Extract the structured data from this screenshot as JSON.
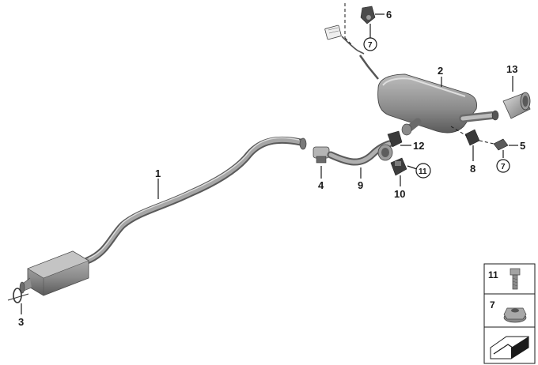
{
  "callouts": {
    "c1": "1",
    "c2": "2",
    "c3": "3",
    "c4": "4",
    "c5": "5",
    "c6": "6",
    "c7a": "7",
    "c7b": "7",
    "c8": "8",
    "c9": "9",
    "c10": "10",
    "c11": "11",
    "c12": "12",
    "c13": "13"
  },
  "legend": {
    "bolt": "11",
    "nut": "7"
  },
  "colors": {
    "metal": "#8c8c8c",
    "metal_dark": "#5f5f5f",
    "metal_light": "#c9c9c9",
    "rubber": "#3b3b3b",
    "ink": "#1a1a1a"
  }
}
